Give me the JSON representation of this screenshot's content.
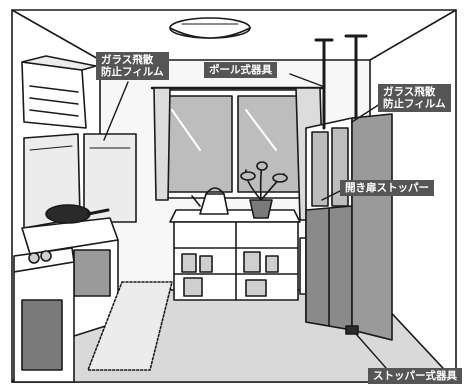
{
  "callouts": {
    "glass_film_left": [
      "ガラス飛散",
      "防止フィルム"
    ],
    "pole_fixture": "ポール式器具",
    "glass_film_right": [
      "ガラス飛散",
      "防止フィルム"
    ],
    "hinged_door_stopper": "開き扉ストッパー",
    "stopper_fixture": "ストッパー式器具"
  },
  "colors": {
    "line": "#1a1a1a",
    "callout_bg": "#555555",
    "callout_text": "#ffffff",
    "floor": "#d9d9d9",
    "wall_shade": "#ececec",
    "window_glass": "#bdbdbd",
    "cabinet": "#8a8a8a"
  },
  "icons": [
    "ceiling-light-icon",
    "range-hood-icon",
    "frying-pan-icon",
    "kettle-icon",
    "potted-plant-icon"
  ]
}
